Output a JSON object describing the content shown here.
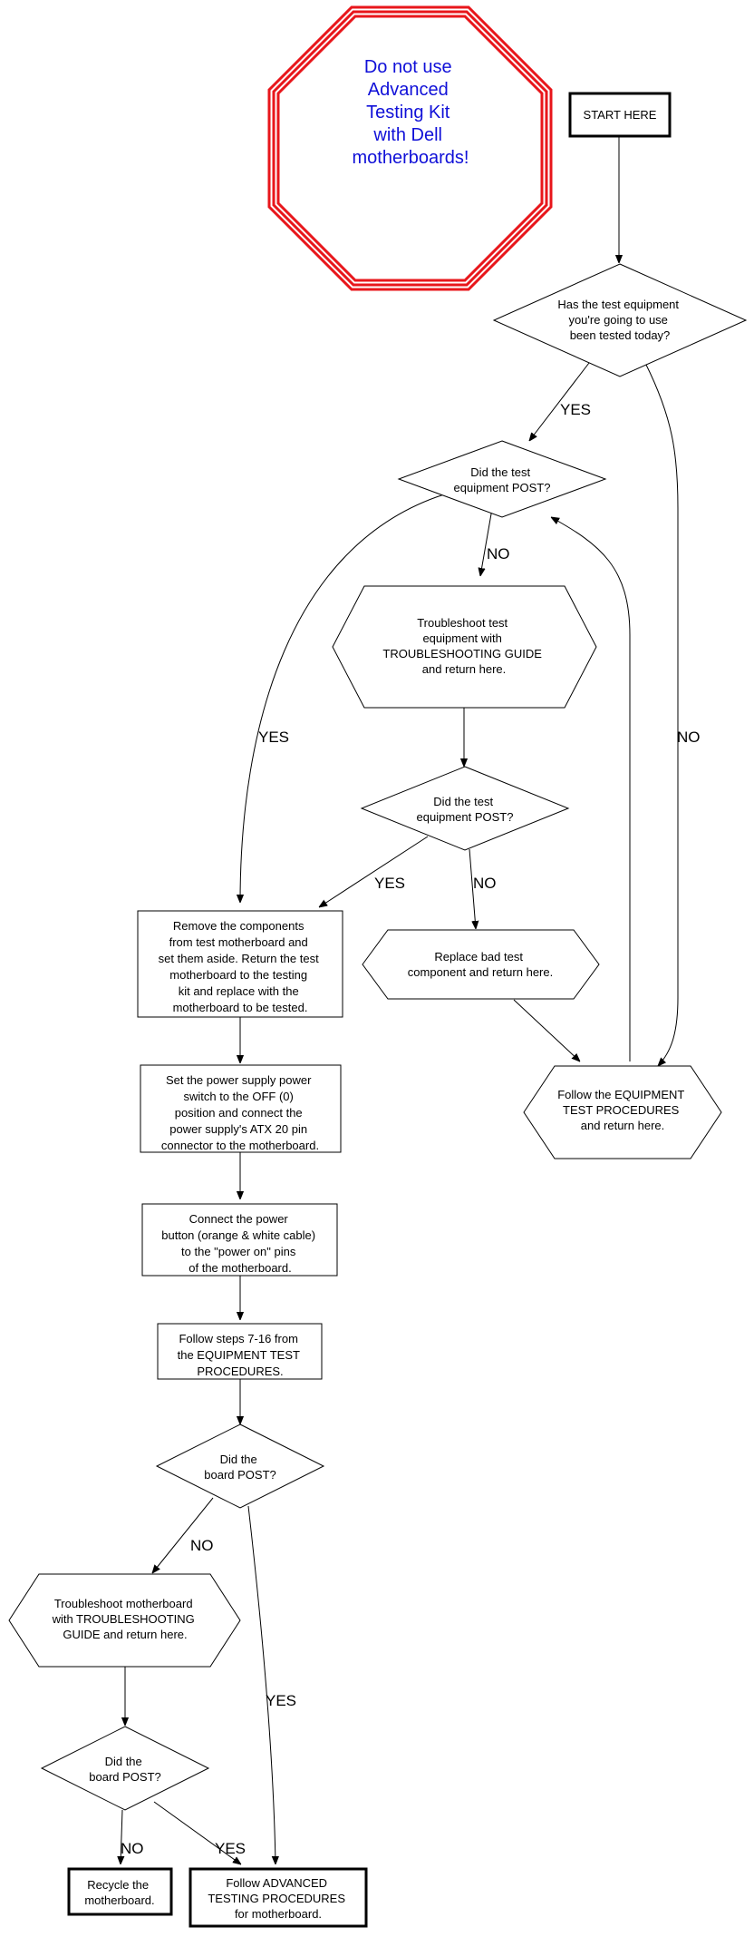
{
  "colors": {
    "warning_border": "#e8161b",
    "warning_text": "#1010d8",
    "line": "#000000",
    "background": "#ffffff"
  },
  "warning": {
    "lines": [
      "Do not use",
      "Advanced",
      "Testing Kit",
      "with Dell",
      "motherboards!"
    ]
  },
  "nodes": {
    "start": {
      "lines": [
        "START HERE"
      ]
    },
    "q_tested_today": {
      "lines": [
        "Has the test equipment",
        "you're going to use",
        "been tested today?"
      ]
    },
    "q_equipment_post_1": {
      "lines": [
        "Did the test",
        "equipment POST?"
      ]
    },
    "troubleshoot_equipment": {
      "lines": [
        "Troubleshoot test",
        "equipment with",
        "TROUBLESHOOTING GUIDE",
        "and return here."
      ]
    },
    "q_equipment_post_2": {
      "lines": [
        "Did the test",
        "equipment POST?"
      ]
    },
    "replace_component": {
      "lines": [
        "Replace bad test",
        "component and return here."
      ]
    },
    "follow_equipment_procedures": {
      "lines": [
        "Follow the EQUIPMENT",
        "TEST PROCEDURES",
        "and return here."
      ]
    },
    "remove_components": {
      "lines": [
        "Remove the components",
        "from test motherboard and",
        "set them aside. Return the test",
        "motherboard to the testing",
        "kit and replace with the",
        "motherboard to be tested."
      ]
    },
    "set_power_supply": {
      "lines": [
        "Set the power supply power",
        "switch to the OFF (0)",
        "position and connect the",
        "power supply's ATX 20 pin",
        "connector to the motherboard."
      ]
    },
    "connect_power_button": {
      "lines": [
        "Connect the power",
        "button (orange & white cable)",
        "to the \"power on\" pins",
        "of the motherboard."
      ]
    },
    "follow_steps": {
      "lines": [
        "Follow steps 7-16 from",
        "the EQUIPMENT TEST",
        "PROCEDURES."
      ]
    },
    "q_board_post_1": {
      "lines": [
        "Did the",
        "board POST?"
      ]
    },
    "troubleshoot_motherboard": {
      "lines": [
        "Troubleshoot motherboard",
        "with TROUBLESHOOTING",
        "GUIDE and return here."
      ]
    },
    "q_board_post_2": {
      "lines": [
        "Did the",
        "board POST?"
      ]
    },
    "recycle": {
      "lines": [
        "Recycle the",
        "motherboard."
      ]
    },
    "follow_advanced": {
      "lines": [
        "Follow ADVANCED",
        "TESTING PROCEDURES",
        "for motherboard."
      ]
    }
  },
  "edge_labels": {
    "tested_yes": "YES",
    "tested_no": "NO",
    "post1_no": "NO",
    "post1_yes": "YES",
    "post2_yes": "YES",
    "post2_no": "NO",
    "board1_no": "NO",
    "board1_yes": "YES",
    "board2_no": "NO",
    "board2_yes": "YES"
  }
}
